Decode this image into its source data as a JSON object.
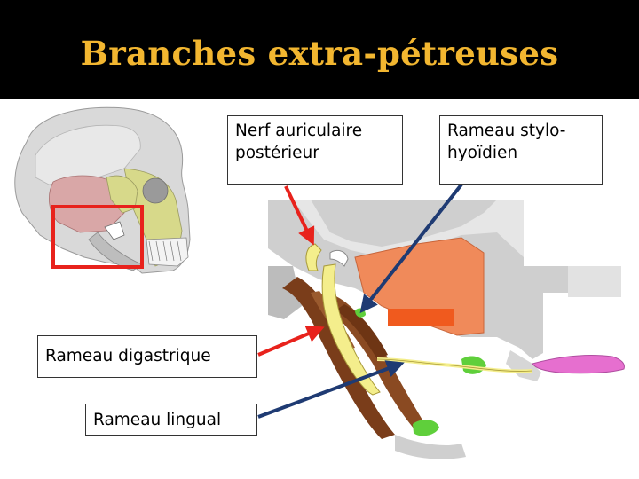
{
  "slide": {
    "title": "Branches extra-pétreuses"
  },
  "labels": {
    "nerf_auriculaire": "Nerf auriculaire\npostérieur",
    "rameau_stylo": "Rameau stylo-\nhyoïdien",
    "rameau_digastrique": "Rameau digastrique",
    "rameau_lingual": "Rameau lingual"
  },
  "colors": {
    "title": "#f2b630",
    "header_bg": "#000000",
    "highlight_box": "#e8221c",
    "arrow_red": "#e8221c",
    "arrow_blue": "#1f3b73",
    "nerve": "#f4ee8c",
    "muscle": "#f08a5a",
    "digastric": "#7a3d1a",
    "bone_grey": "#cfcfcf",
    "green_node": "#5fcf3b",
    "pink_tongue": "#e66fcf"
  }
}
